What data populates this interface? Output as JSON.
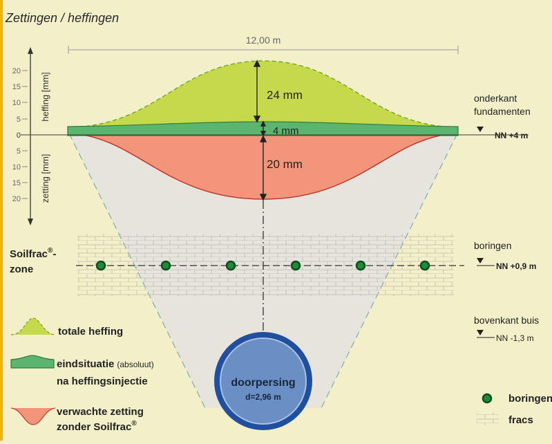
{
  "title": "Zettingen / heffingen",
  "width_label": "12,00 m",
  "axis": {
    "heffing_label": "heffing [mm]",
    "zetting_label": "zetting [mm]",
    "ticks_up": [
      "20",
      "15",
      "10",
      "5",
      "0"
    ],
    "ticks_down": [
      "5",
      "10",
      "15",
      "20"
    ]
  },
  "measurements": {
    "total_lift": "24 mm",
    "final_lift": "4 mm",
    "settlement": "20 mm"
  },
  "levels": {
    "foundation_label_1": "onderkant",
    "foundation_label_2": "fundamenten",
    "foundation_level": "NN  +4 m",
    "borings_label": "boringen",
    "borings_level": "NN  +0,9 m",
    "pipe_label": "bovenkant buis",
    "pipe_level": "NN  -1,3 m"
  },
  "zone": {
    "line1": "Soilfrac",
    "reg": "®",
    "dash": "-",
    "line2": "zone"
  },
  "pipe": {
    "label": "doorpersing",
    "diameter": "d=2,96 m"
  },
  "legend": {
    "total_lift": "totale heffing",
    "final_1_bold": "eindsituatie",
    "final_1_extra": "(absoluut)",
    "final_2": "na heffingsinjectie",
    "expected_1": "verwachte zetting",
    "expected_2": "zonder Soilfrac",
    "expected_reg": "®",
    "borings": "boringen",
    "fracs": "fracs"
  },
  "colors": {
    "background": "#f3efc8",
    "border_accent": "#f1b400",
    "total_lift_fill": "#c6d94a",
    "final_fill": "#5bb56f",
    "settlement_fill": "#f2957a",
    "pipe_fill": "#6a8fc4",
    "pipe_ring": "#1f4f9e",
    "boring_dot": "#1e8a3a",
    "text": "#2a2a2a",
    "soil_zone": "#e4e2da"
  }
}
